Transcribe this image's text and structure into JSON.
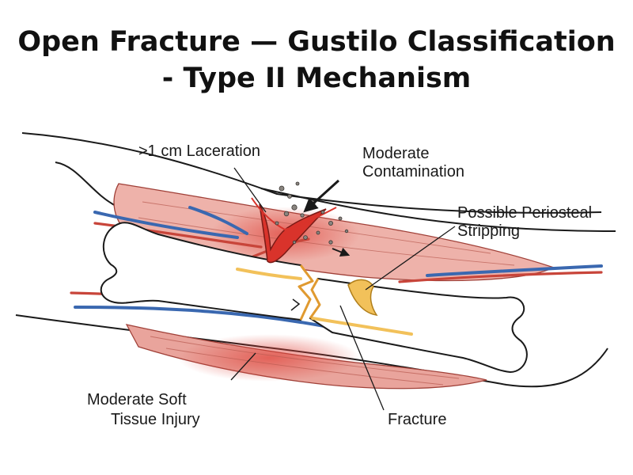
{
  "title": {
    "line1": "Open Fracture — Gustilo Classification",
    "line2": "- Type II Mechanism"
  },
  "labels": {
    "laceration": ">1 cm Laceration",
    "contamination_line1": "Moderate",
    "contamination_line2": "Contamination",
    "periosteal_line1": "Possible Periosteal",
    "periosteal_line2": "Stripping",
    "soft_tissue_line1": "Moderate Soft",
    "soft_tissue_line2": "Tissue Injury",
    "fracture": "Fracture"
  },
  "colors": {
    "muscle": "#e8a8a0",
    "wound": "#d9332b",
    "vein": "#3a68b0",
    "artery": "#c8453a",
    "periosteum": "#f2c15a",
    "bone": "#ffffff",
    "outline": "#1a1a1a"
  }
}
